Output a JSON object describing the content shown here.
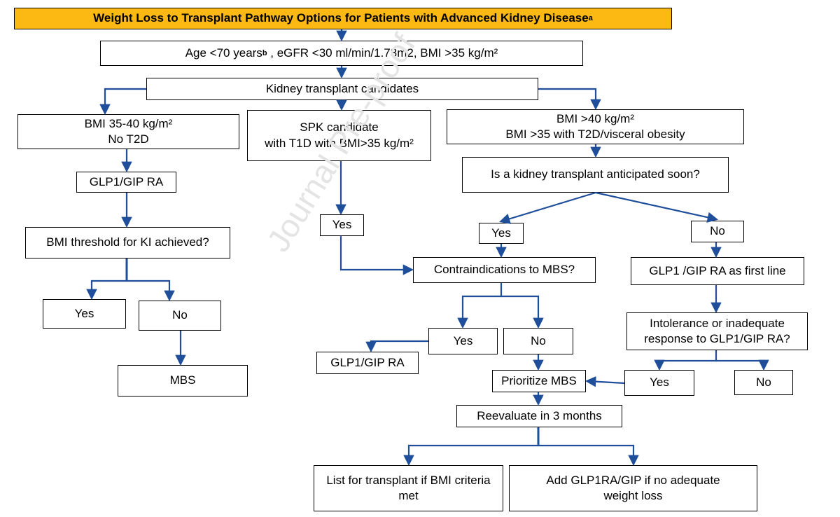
{
  "title": {
    "text": "Weight Loss to Transplant Pathway Options for Patients with Advanced Kidney Disease",
    "sup": "a"
  },
  "criteria": {
    "part1": "Age <70 years",
    "sup": "b",
    "part2": " , eGFR <30 ml/min/1.73m2, BMI >35 kg/m²"
  },
  "candidates": "Kidney transplant candidates",
  "left": {
    "bmi_line1": "BMI 35-40 kg/m²",
    "bmi_line2": "No T2D",
    "glp1": "GLP1/GIP RA",
    "threshold": "BMI threshold for KI achieved?",
    "yes": "Yes",
    "no": "No",
    "mbs": "MBS"
  },
  "middle": {
    "spk_line1": "SPK candidate",
    "spk_line2": "with T1D with BMI>35 kg/m²",
    "yes": "Yes"
  },
  "right": {
    "bmi_line1": "BMI >40 kg/m²",
    "bmi_line2": "BMI >35 with T2D/visceral obesity",
    "anticipated": "Is a kidney transplant anticipated soon?",
    "yes": "Yes",
    "no": "No",
    "contra": "Contraindications to MBS?",
    "contra_yes": "Yes",
    "contra_no": "No",
    "glp1_gip": "GLP1/GIP RA",
    "first_line": "GLP1 /GIP RA as first line",
    "intol_line1": "Intolerance or inadequate",
    "intol_line2": "response to GLP1/GIP RA?",
    "intol_yes": "Yes",
    "intol_no": "No",
    "prioritize": "Prioritize MBS",
    "reevaluate": "Reevaluate in 3 months",
    "list_line1": "List for transplant if BMI criteria",
    "list_line2": "met",
    "add_line1": "Add GLP1RA/GIP if no adequate",
    "add_line2": "weight loss"
  },
  "watermark": "Journal Pre-proof",
  "colors": {
    "title_fill": "#FDB913",
    "arrow": "#1F4E9A",
    "border": "#000000"
  }
}
